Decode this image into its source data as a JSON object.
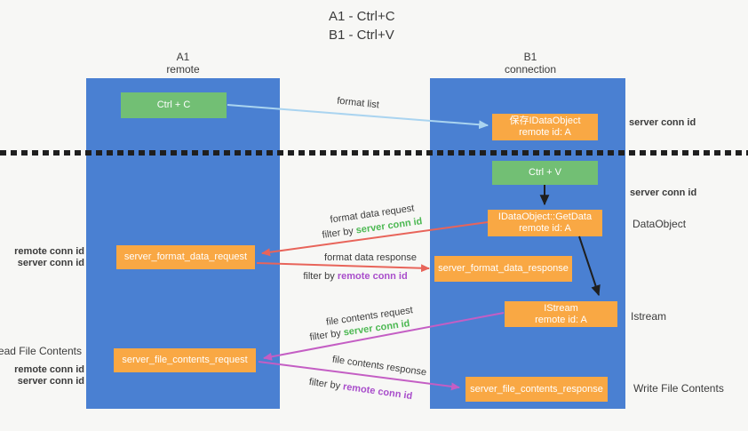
{
  "title": {
    "line1": "A1 - Ctrl+C",
    "line2": "B1 - Ctrl+V"
  },
  "lanes": {
    "left": {
      "header_line1": "A1",
      "header_line2": "remote"
    },
    "right": {
      "header_line1": "B1",
      "header_line2": "connection"
    }
  },
  "nodes": {
    "ctrl_c": "Ctrl + C",
    "ctrl_v": "Ctrl + V",
    "save_idataobject": {
      "line1": "保存IDataObject",
      "line2": "remote id: A"
    },
    "getdata": {
      "line1": "IDataObject::GetData",
      "line2": "remote id: A"
    },
    "istream": {
      "line1": "IStream",
      "line2": "remote id: A"
    },
    "format_request": "server_format_data_request",
    "format_response": "server_format_data_response",
    "file_request": "server_file_contents_request",
    "file_response": "server_file_contents_response"
  },
  "flow_labels": {
    "format_list": "format list",
    "format_data_request": "format data request",
    "format_data_response": "format data response",
    "file_contents_request": "file contents request",
    "file_contents_response": "file contents response",
    "filter_by": "filter by ",
    "server_conn_id": "server conn id",
    "remote_conn_id": "remote conn id"
  },
  "side_labels": {
    "server_conn_id": "server conn id",
    "remote_conn_id": "remote conn id",
    "dataobject": "DataObject",
    "istream": "Istream",
    "read_file_contents": "Read File Contents",
    "write_file_contents": "Write File Contents"
  },
  "colors": {
    "background": "#f7f7f5",
    "lane_blue": "#4a80d2",
    "node_green": "#72bf74",
    "node_orange": "#f9a844",
    "arrow_light_blue": "#aad4f0",
    "arrow_black": "#1f1f1f",
    "arrow_red": "#e8645a",
    "arrow_magenta": "#c45ec4",
    "text_green": "#4cb852",
    "text_purple": "#a94ecb",
    "text_dark": "#3b3b3b"
  }
}
